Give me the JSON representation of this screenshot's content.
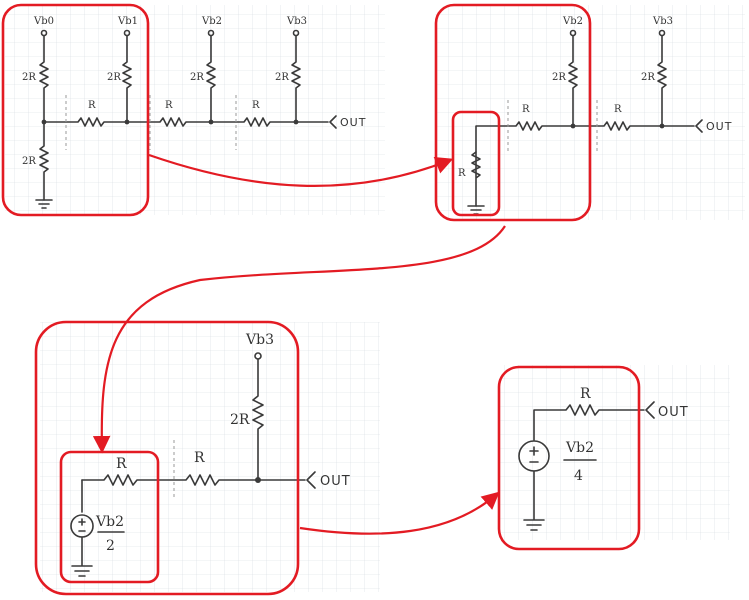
{
  "panel1": {
    "inputs": [
      "Vb0",
      "Vb1",
      "Vb2",
      "Vb3"
    ],
    "shunt_labels": [
      "2R",
      "2R",
      "2R",
      "2R"
    ],
    "series_labels": [
      "R",
      "R",
      "R"
    ],
    "ground_label": "2R",
    "out": "OUT"
  },
  "panel2": {
    "inputs": [
      "Vb2",
      "Vb3"
    ],
    "shunt_labels": [
      "2R",
      "2R"
    ],
    "series_labels": [
      "R",
      "R"
    ],
    "equiv_label": "R",
    "out": "OUT"
  },
  "panel3": {
    "input": "Vb3",
    "shunt_label": "2R",
    "series_labels": [
      "R",
      "R"
    ],
    "source_num": "Vb2",
    "source_den": "2",
    "out": "OUT"
  },
  "panel4": {
    "series_label": "R",
    "source_num": "Vb2",
    "source_den": "4",
    "out": "OUT"
  },
  "colors": {
    "highlight": "#e31b23",
    "ink": "#3a3a3a",
    "grid": "#d5d9e0"
  }
}
